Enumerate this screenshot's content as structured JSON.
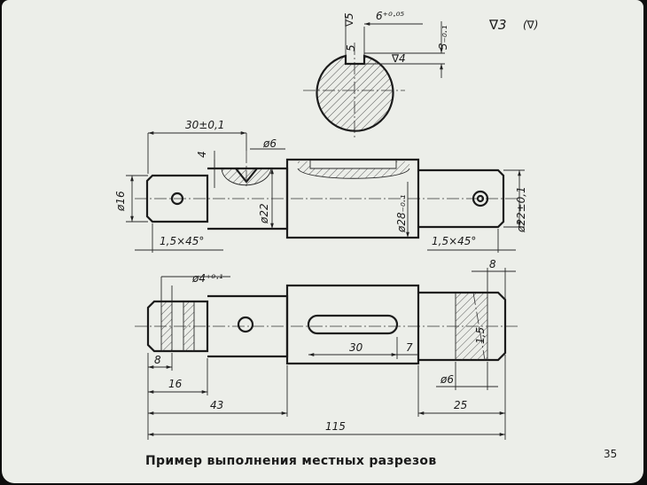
{
  "caption": "Пример выполнения местных разрезов",
  "page_number": "35",
  "roughness": {
    "general": "∇3",
    "other": "(∇)"
  },
  "section": {
    "depth": "6⁺⁰·⁰⁵",
    "roughness_top": "∇5",
    "key_width": "5",
    "key_width_roughness": "∇",
    "depth_side": "3₋₀.₁",
    "roughness_flat": "∇4"
  },
  "top_view": {
    "dim_30": "30±0,1",
    "dim_4": "4",
    "dim_d6": "ø6",
    "dim_d16": "ø16",
    "dim_d22": "ø22",
    "dim_d28": "ø28₋₀.₁",
    "dim_d22_tol": "ø22±0,1",
    "chamfer_left": "1,5×45°",
    "chamfer_right": "1,5×45°"
  },
  "bottom_view": {
    "dim_d4": "ø4⁺⁰·¹",
    "dim_8_right": "8",
    "dim_30": "30",
    "dim_7": "7",
    "dim_15": "1,5",
    "dim_8_left": "8",
    "dim_16": "16",
    "dim_43": "43",
    "dim_d6": "ø6",
    "dim_25": "25",
    "dim_115": "115"
  }
}
